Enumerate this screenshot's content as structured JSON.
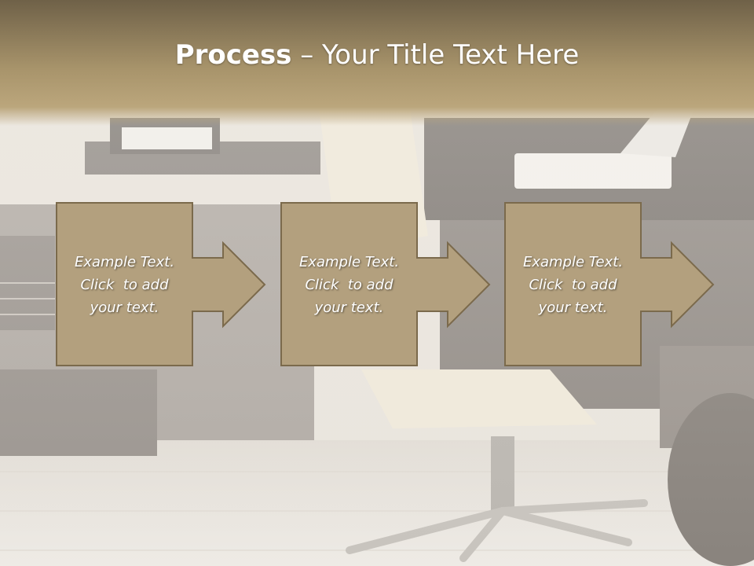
{
  "title": {
    "bold": "Process",
    "rest": " – Your Title Text Here"
  },
  "steps": [
    {
      "lines": [
        "Example Text.",
        "Click  to add",
        "your text."
      ]
    },
    {
      "lines": [
        "Example Text.",
        "Click  to add",
        "your text."
      ]
    },
    {
      "lines": [
        "Example Text.",
        "Click  to add",
        "your text."
      ]
    }
  ],
  "colors": {
    "header_top": "#7b6c50",
    "header_bottom": "#b9a57d",
    "step_fill": "#b3a07e",
    "step_border": "#7b6a4c",
    "title_text": "#ffffff",
    "step_text": "#ffffff"
  }
}
